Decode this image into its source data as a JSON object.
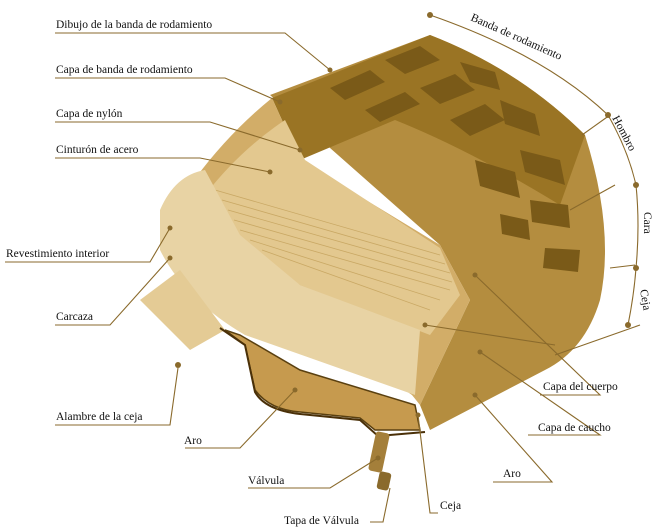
{
  "labels": {
    "tread_pattern": "Dibujo de la banda de rodamiento",
    "tread_layer": "Capa de banda de rodamiento",
    "nylon_layer": "Capa de nylón",
    "steel_belt": "Cinturón de acero",
    "inner_liner": "Revestimiento interior",
    "carcass": "Carcaza",
    "bead_wire": "Alambre de la ceja",
    "rim_left": "Aro",
    "valve": "Válvula",
    "valve_cap": "Tapa de Válvula",
    "bead": "Ceja",
    "rim_right": "Aro",
    "rubber_layer": "Capa de caucho",
    "body_layer": "Capa del cuerpo",
    "tread_band": "Banda de rodamiento",
    "shoulder": "Hombro",
    "face": "Cara",
    "bead_side": "Ceja"
  },
  "colors": {
    "line": "#8a6a2c",
    "tread_dark": "#9a7424",
    "tan": "#d9bb82",
    "light_tan": "#ecd9b0"
  }
}
